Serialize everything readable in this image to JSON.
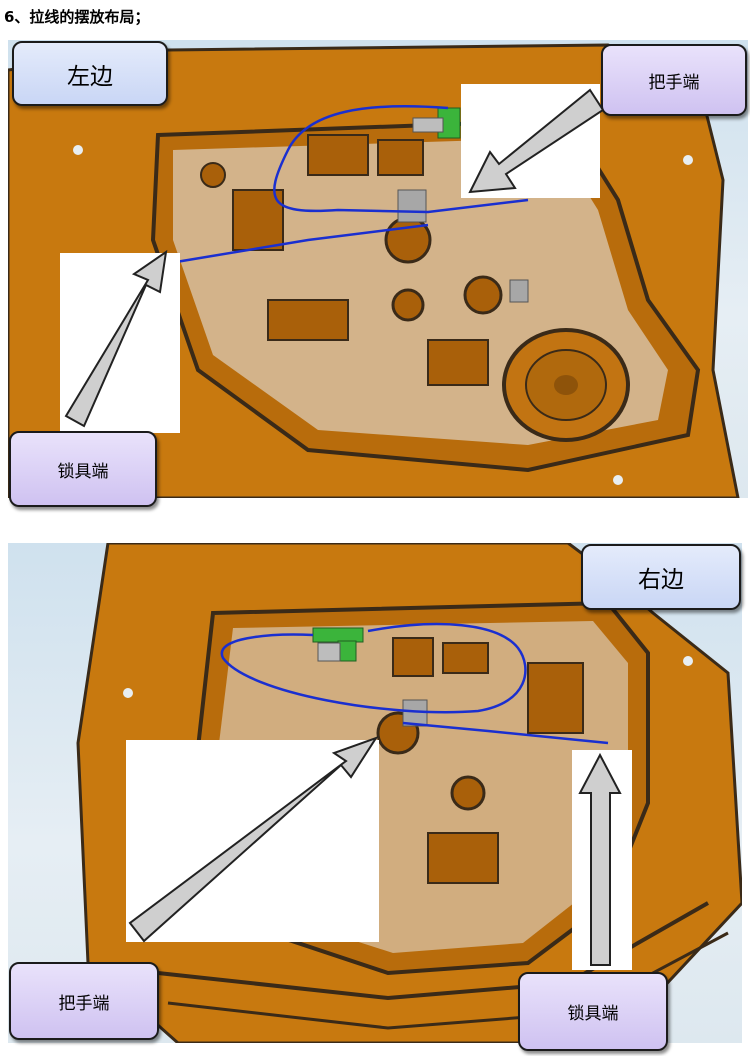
{
  "heading": "6、拉线的摆放布局；",
  "panel_top": {
    "side_label": "左边",
    "handle_label": "把手端",
    "lock_label": "锁具端"
  },
  "panel_bottom": {
    "side_label": "右边",
    "handle_label": "把手端",
    "lock_label": "锁具端"
  },
  "colors": {
    "door_orange": "#c8790f",
    "door_dark": "#3a2a18",
    "cable_blue": "#1a2fd0",
    "bracket_green": "#3bb43b",
    "arrow_gray": "#cfcfcf",
    "label_blue": "#d2dcf7",
    "label_purple": "#d8ccf5"
  }
}
